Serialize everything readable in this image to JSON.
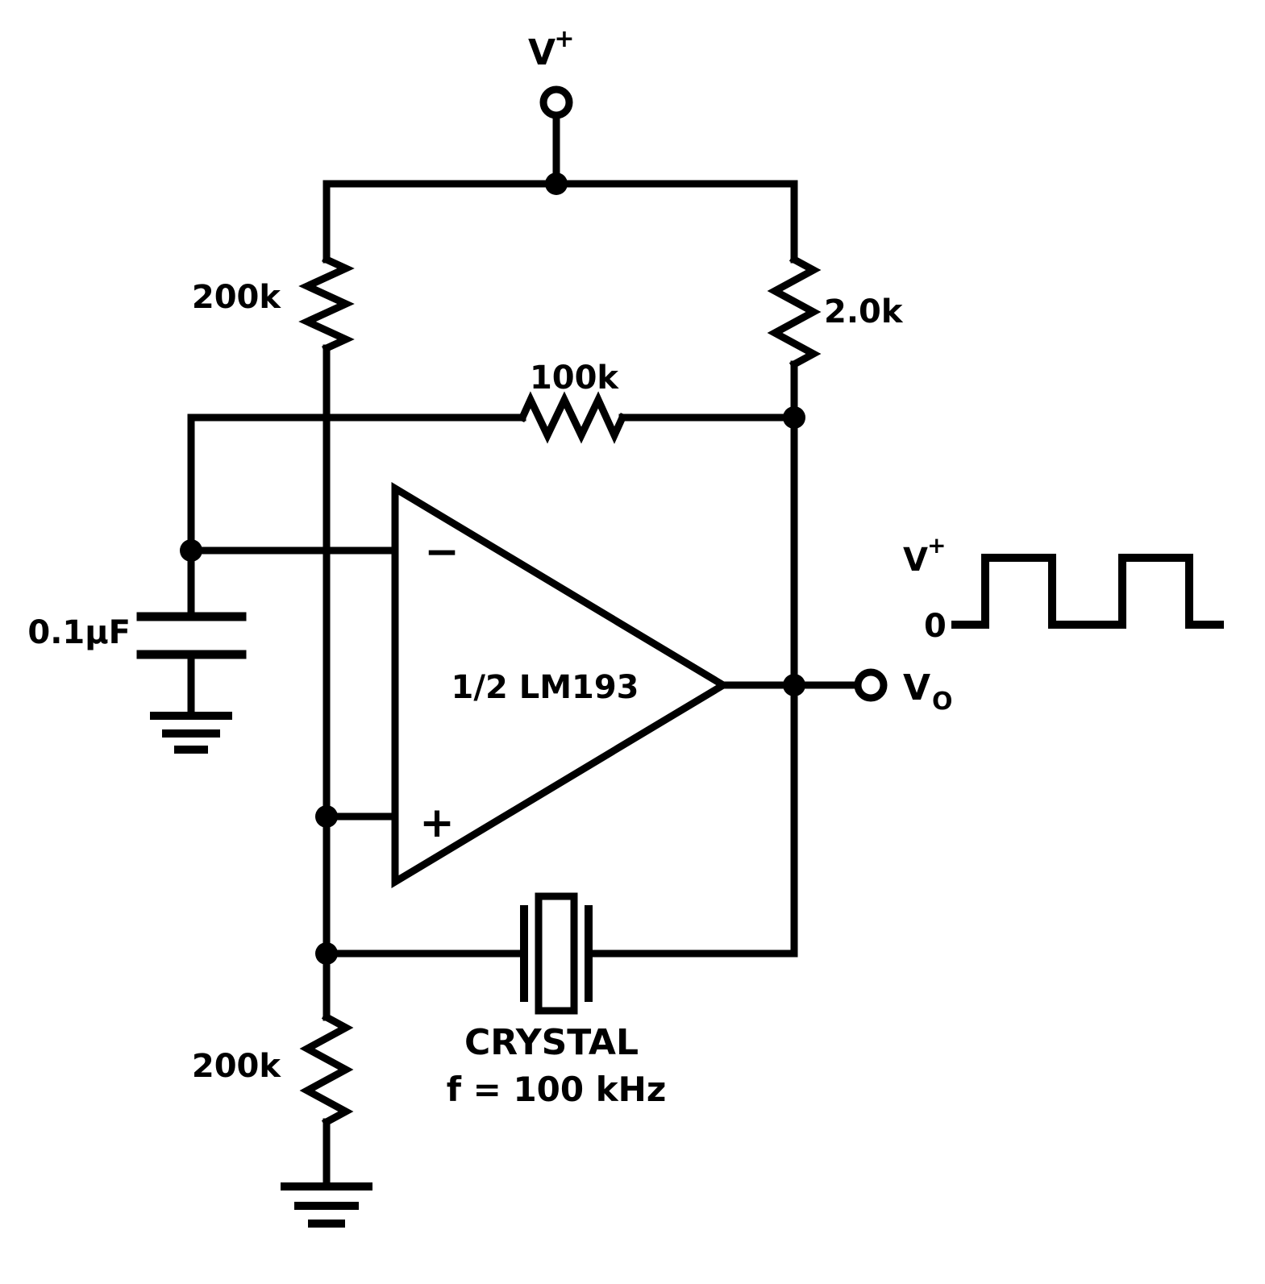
{
  "schematic": {
    "kind": "crystal-oscillator-circuit-diagram",
    "supply": {
      "main": "V",
      "sup": "+"
    },
    "resistors": {
      "top_left": "200k",
      "pullup": "2.0k",
      "feedback": "100k",
      "bottom": "200k"
    },
    "capacitor": {
      "value": "0.1µF"
    },
    "opamp": {
      "label": "1/2 LM193",
      "minus": "−",
      "plus": "+"
    },
    "output": {
      "main": "V",
      "sub": "O"
    },
    "crystal": {
      "title": "CRYSTAL",
      "frequency": "f = 100 kHz"
    },
    "waveform": {
      "high_main": "V",
      "high_sup": "+",
      "low_label": "0"
    }
  }
}
